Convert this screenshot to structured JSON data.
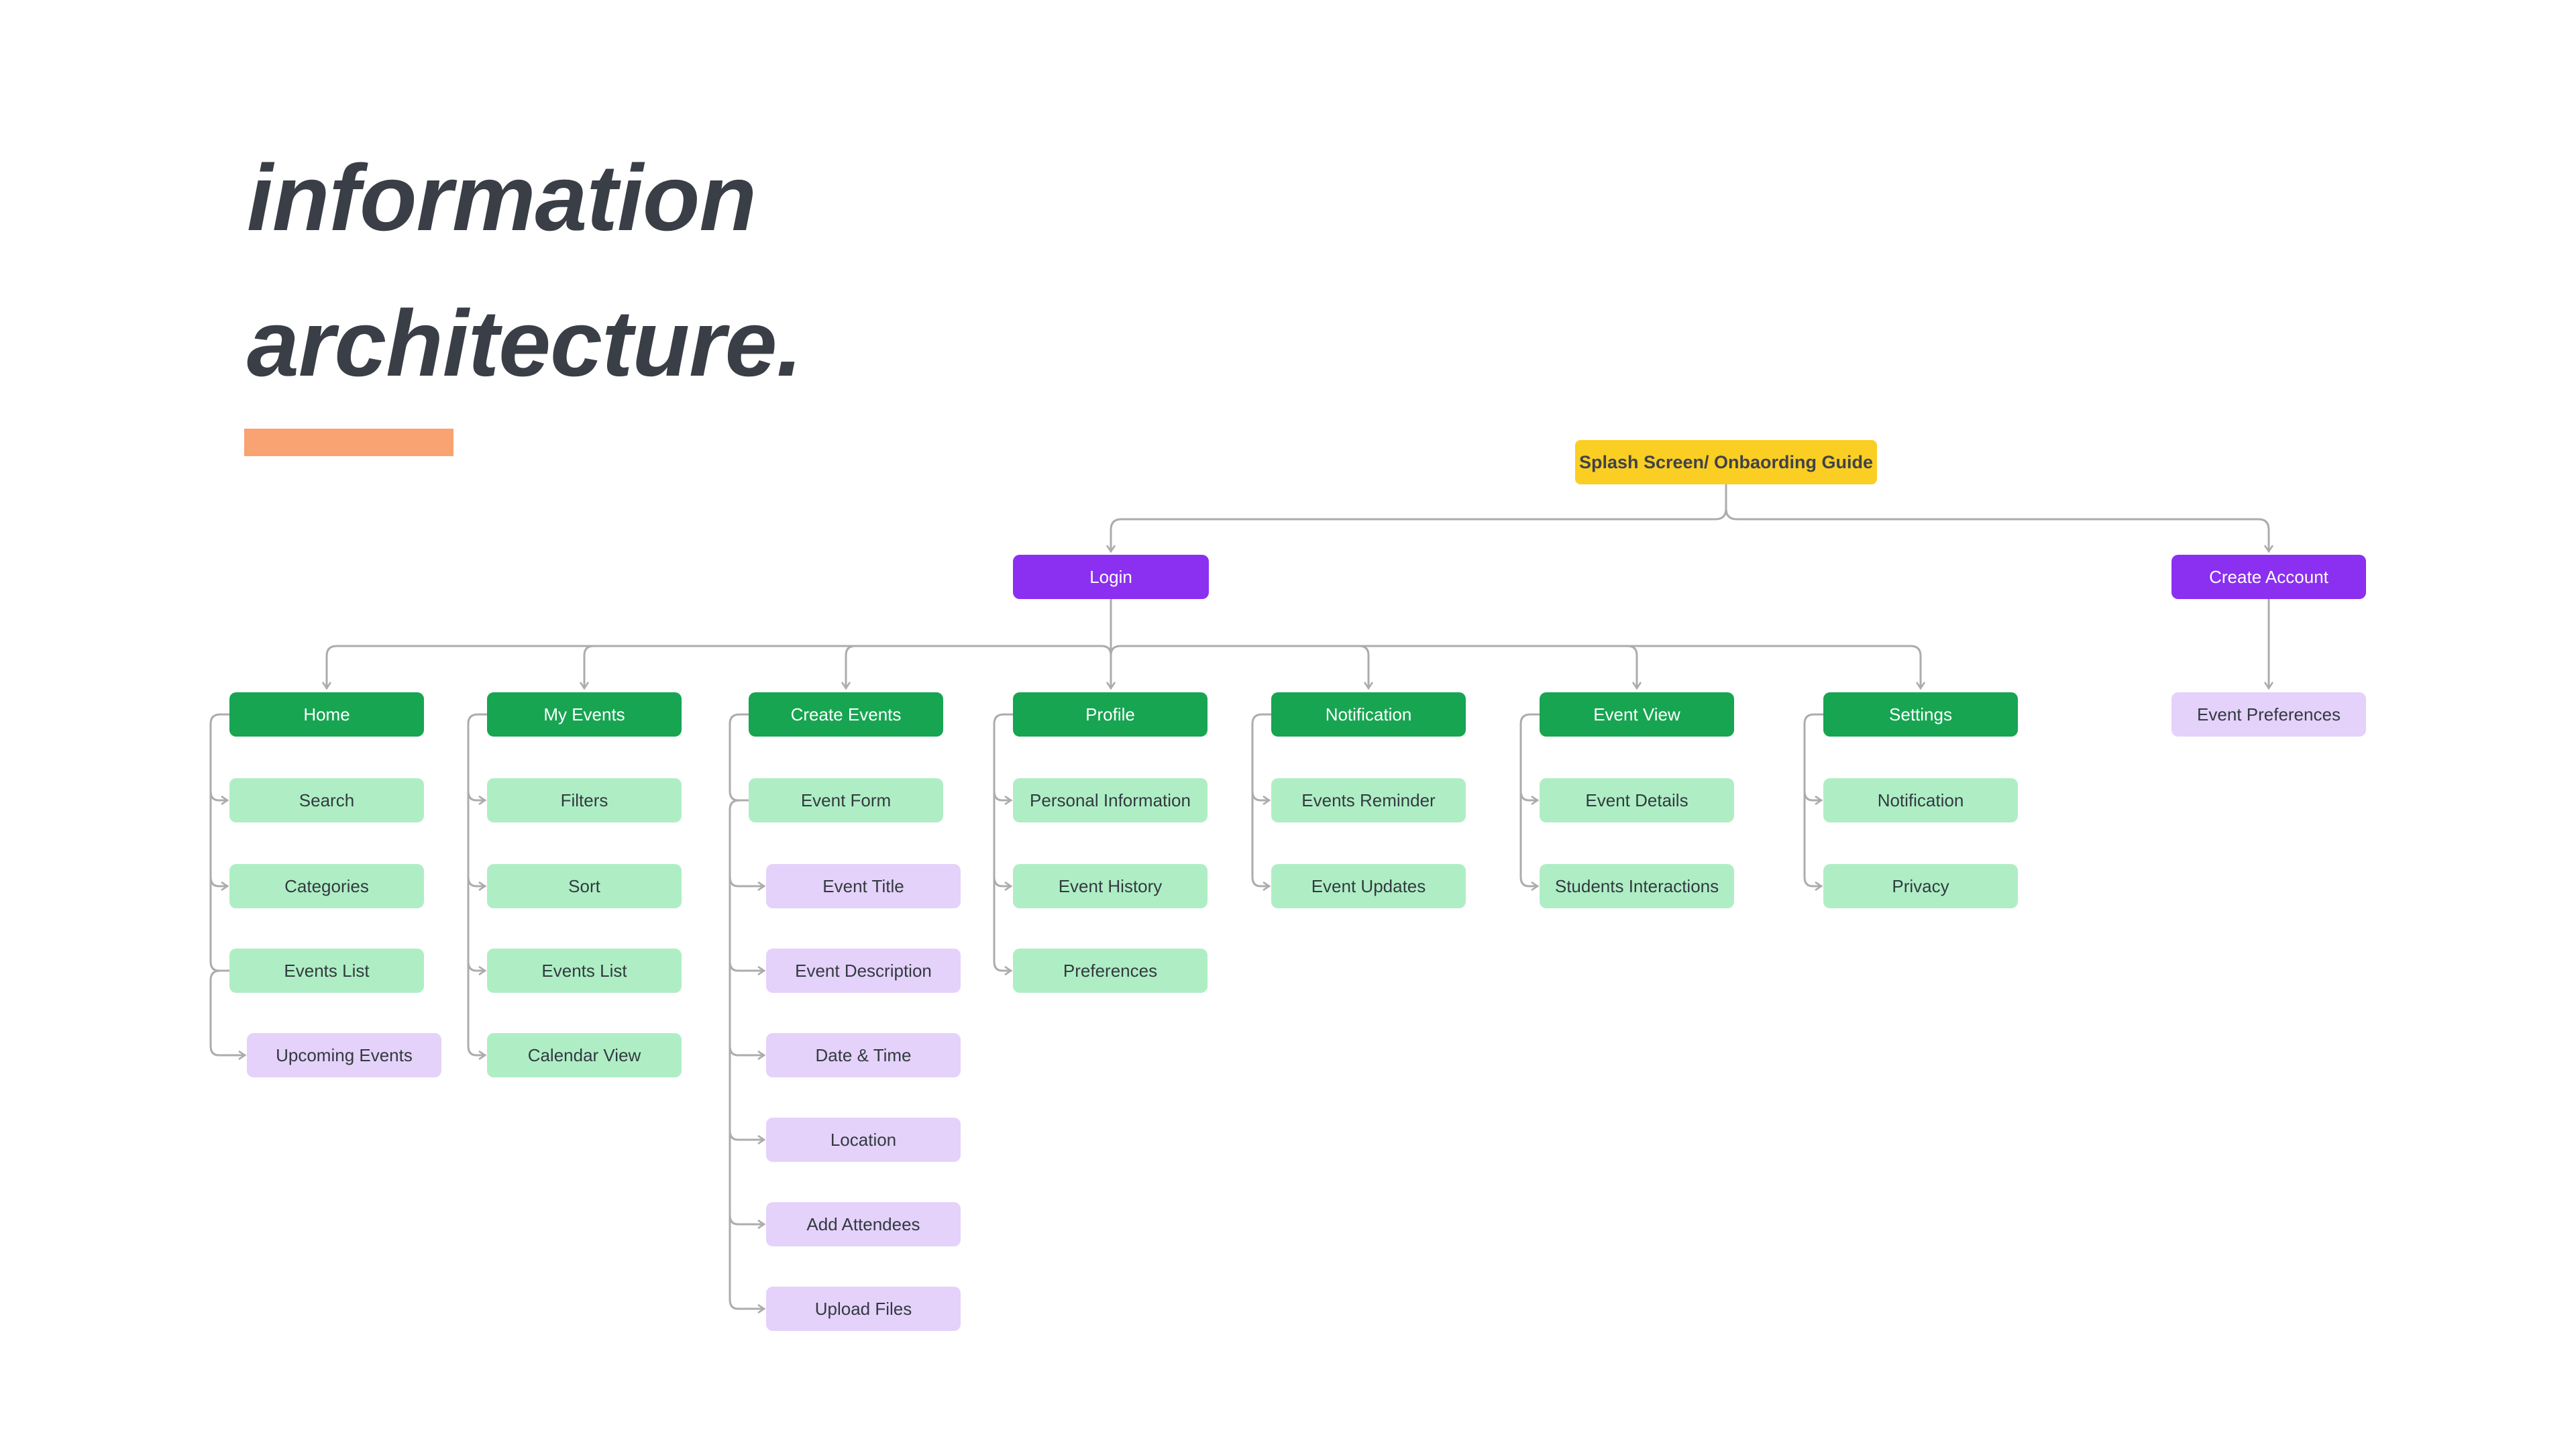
{
  "title": {
    "line1": "information",
    "line2": "architecture."
  },
  "palette": {
    "background": "#FFFFFF",
    "accent_bar": "#F9A272",
    "title_text": "#3A3E46",
    "root_fill": "#FBCE24",
    "root_text": "#3F4347",
    "auth_fill": "#8B2FF0",
    "section_fill": "#17A551",
    "child_fill": "#AFEEC5",
    "leaf_fill": "#E4D2FA",
    "light_text": "#FFFFFF",
    "dark_text": "#333A40",
    "connector": "#ACACAC"
  },
  "nodes": {
    "root": "Splash Screen/ Onbaording Guide",
    "login": "Login",
    "create_account": "Create Account",
    "event_preferences": "Event Preferences"
  },
  "sections": [
    {
      "label": "Home",
      "children": [
        "Search",
        "Categories",
        "Events List"
      ],
      "leaf_children": [
        "Upcoming Events"
      ]
    },
    {
      "label": "My Events",
      "children": [
        "Filters",
        "Sort",
        "Events List",
        "Calendar View"
      ],
      "leaf_children": []
    },
    {
      "label": "Create Events",
      "children": [
        "Event Form"
      ],
      "leaf_children": [
        "Event Title",
        "Event Description",
        "Date & Time",
        "Location",
        "Add Attendees",
        "Upload Files"
      ]
    },
    {
      "label": "Profile",
      "children": [
        "Personal Information",
        "Event History",
        "Preferences"
      ],
      "leaf_children": []
    },
    {
      "label": "Notification",
      "children": [
        "Events Reminder",
        "Event Updates"
      ],
      "leaf_children": []
    },
    {
      "label": "Event View",
      "children": [
        "Event Details",
        "Students Interactions"
      ],
      "leaf_children": []
    },
    {
      "label": "Settings",
      "children": [
        "Notification",
        "Privacy"
      ],
      "leaf_children": []
    }
  ]
}
